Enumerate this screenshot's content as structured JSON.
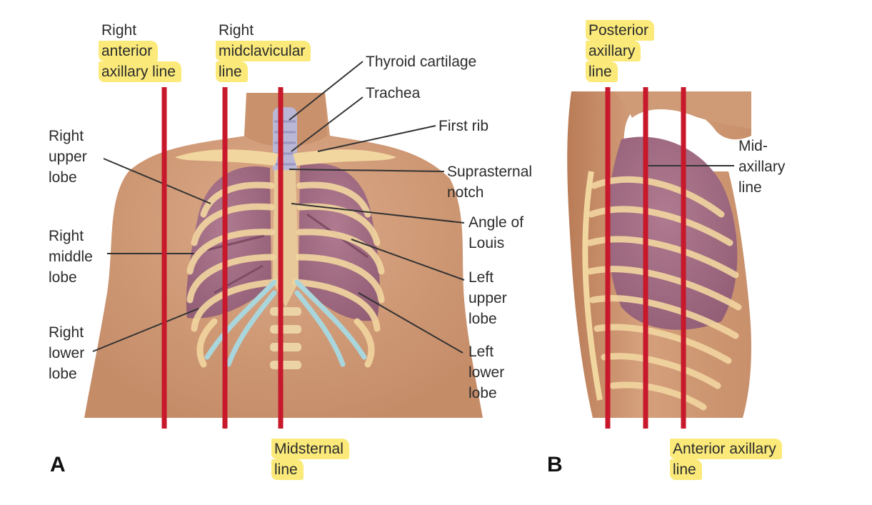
{
  "figure": {
    "panel_a_letter": "A",
    "panel_b_letter": "B",
    "colors": {
      "skin": "#d8a37f",
      "skin_shadow": "#c68d68",
      "lung": "#a56f86",
      "lung_dark": "#8c5a73",
      "rib": "#f2d6a0",
      "cartilage": "#a9d6dc",
      "trachea": "#b9b6d6",
      "line_red": "#c8182b",
      "highlight": "#fbea7a"
    },
    "labels": {
      "right_anterior_axillary": [
        "Right",
        "anterior",
        "axillary line"
      ],
      "right_midclavicular": [
        "Right",
        "midclavicular",
        "line"
      ],
      "thyroid_cartilage": [
        "Thyroid cartilage"
      ],
      "trachea": [
        "Trachea"
      ],
      "first_rib": [
        "First rib"
      ],
      "suprasternal_notch": [
        "Suprasternal",
        "notch"
      ],
      "angle_of_louis": [
        "Angle of",
        "Louis"
      ],
      "left_upper_lobe": [
        "Left",
        "upper",
        "lobe"
      ],
      "left_lower_lobe": [
        "Left",
        "lower",
        "lobe"
      ],
      "right_upper_lobe": [
        "Right",
        "upper",
        "lobe"
      ],
      "right_middle_lobe": [
        "Right",
        "middle",
        "lobe"
      ],
      "right_lower_lobe": [
        "Right",
        "lower",
        "lobe"
      ],
      "midsternal": [
        "Midsternal",
        "line"
      ],
      "posterior_axillary": [
        "Posterior",
        "axillary",
        "line"
      ],
      "mid_axillary": [
        "Mid-",
        "axillary",
        "line"
      ],
      "anterior_axillary": [
        "Anterior axillary",
        "line"
      ]
    }
  }
}
